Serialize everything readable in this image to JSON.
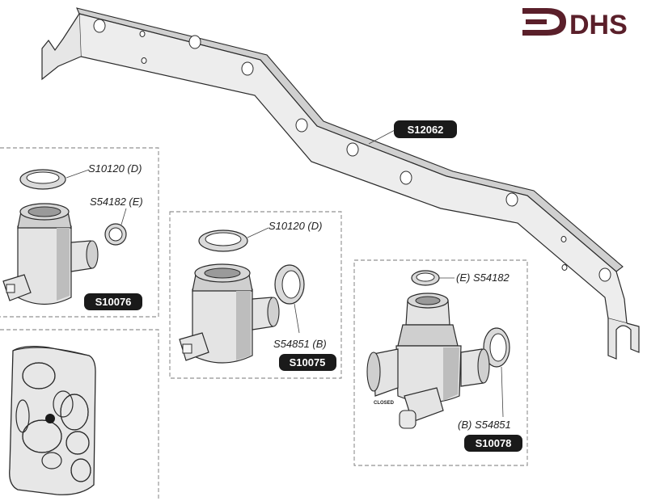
{
  "logo": {
    "text": "DHS",
    "color": "#5a1f2a"
  },
  "labels": {
    "bracket": "S12062",
    "kitA": {
      "washer1": "S10120 (D)",
      "washer2": "S54182 (E)",
      "code": "S10076"
    },
    "kitB": {
      "washer1": "S10120 (D)",
      "washer2": "S54851 (B)",
      "code": "S10075"
    },
    "kitC": {
      "washer1": "(E) S54182",
      "washer2": "(B) S54851",
      "code": "S10078",
      "valve_marking": "CLOSED"
    }
  },
  "colors": {
    "badge_fill": "#1a1a1a",
    "line": "#2a2a2a",
    "part_fill": "#e4e4e4"
  }
}
